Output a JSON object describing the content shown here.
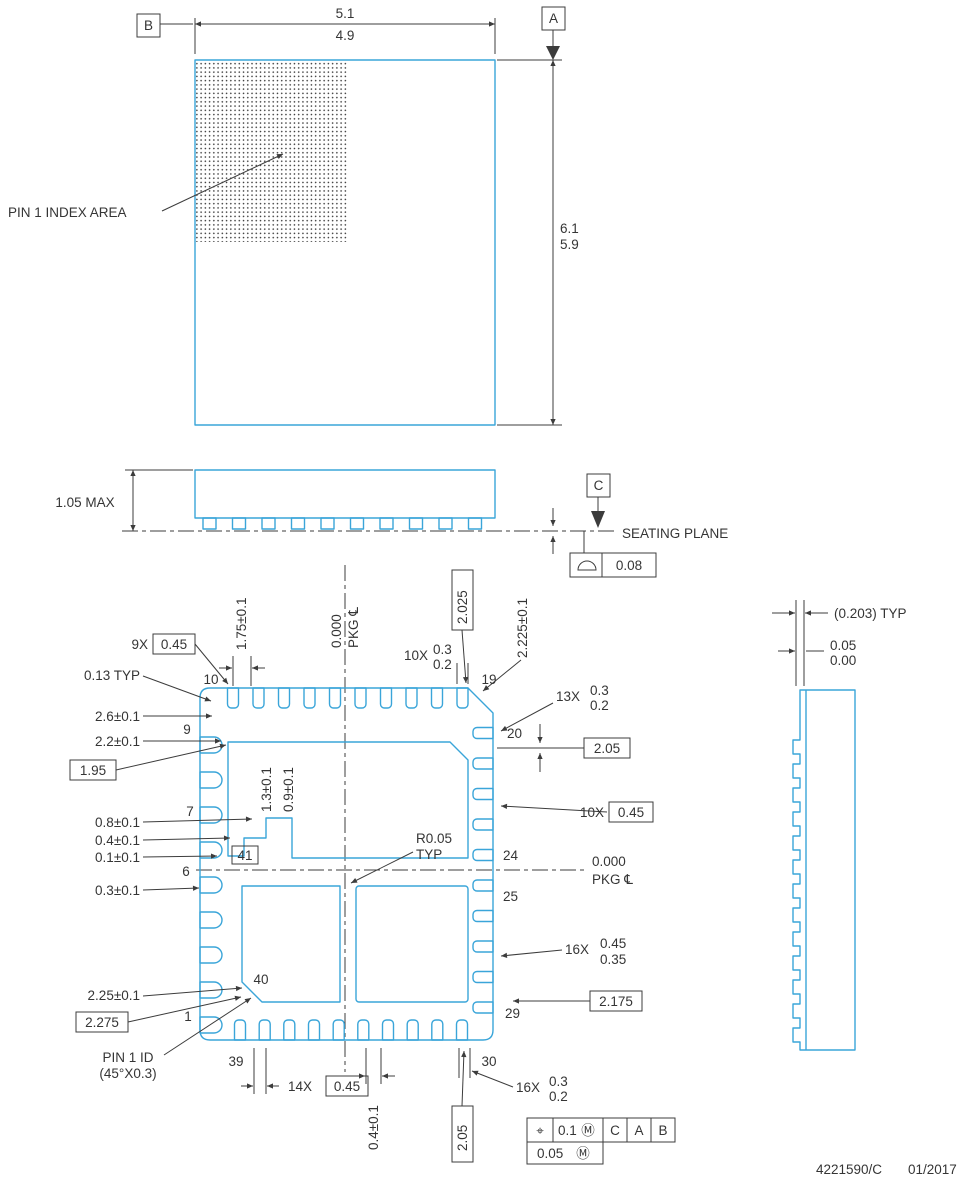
{
  "colors": {
    "outline": "#3aa5d9",
    "annotation": "#3c3c3c",
    "background": "#ffffff"
  },
  "datums": {
    "a": "A",
    "b": "B",
    "c": "C"
  },
  "top_view": {
    "width_max": "5.1",
    "width_min": "4.9",
    "height_max": "6.1",
    "height_min": "5.9",
    "pin1_note": "PIN 1 INDEX AREA"
  },
  "front_view": {
    "height": "1.05 MAX",
    "seating_plane": "SEATING PLANE",
    "flatness_tol": "0.08"
  },
  "detail_view": {
    "lead_thickness": "(0.203) TYP",
    "standoff_max": "0.05",
    "standoff_min": "0.00"
  },
  "bottom_view": {
    "pins": {
      "p1": "1",
      "p6": "6",
      "p7": "7",
      "p9": "9",
      "p10": "10",
      "p19": "19",
      "p20": "20",
      "p24": "24",
      "p25": "25",
      "p29": "29",
      "p30": "30",
      "p39": "39",
      "p40": "40",
      "p41": "41"
    },
    "dims": {
      "d9x": "9X",
      "d9x_val": "0.45",
      "d175": "1.75±0.1",
      "pkg_cl_v_1": "0.000",
      "pkg_cl_v_2": "PKG ℄",
      "d2025": "2.025",
      "d2225": "2.225±0.1",
      "d10x_top": "10X",
      "d10x_top_max": "0.3",
      "d10x_top_min": "0.2",
      "d13x": "13X",
      "d13x_max": "0.3",
      "d13x_min": "0.2",
      "d013": "0.13 TYP",
      "d26": "2.6±0.1",
      "d22": "2.2±0.1",
      "d195": "1.95",
      "d205_right": "2.05",
      "d10x_right": "10X",
      "d10x_right_val": "0.45",
      "d13": "1.3±0.1",
      "d09": "0.9±0.1",
      "d08": "0.8±0.1",
      "d04_left": "0.4±0.1",
      "d01": "0.1±0.1",
      "r005_line1": "R0.05",
      "r005_line2": "TYP",
      "pkg_cl_h_1": "0.000",
      "pkg_cl_h_2": "PKG ℄",
      "d03": "0.3±0.1",
      "d16x_a": "16X",
      "d16x_a_max": "0.45",
      "d16x_a_min": "0.35",
      "d225": "2.25±0.1",
      "d2175": "2.175",
      "d2275": "2.275",
      "pin1_id_line1": "PIN 1 ID",
      "pin1_id_line2": "(45°X0.3)",
      "d14x": "14X",
      "d14x_val": "0.45",
      "d04_bottom": "0.4±0.1",
      "d16x_b": "16X",
      "d16x_b_max": "0.3",
      "d16x_b_min": "0.2",
      "d205_bottom": "2.05"
    },
    "fcf": {
      "position_symbol": "⌖",
      "tolerance": "0.1",
      "modifier": "Ⓜ",
      "datum1": "C",
      "datum2": "A",
      "datum3": "B",
      "tolerance2": "0.05",
      "modifier2": "Ⓜ"
    }
  },
  "title_block": {
    "drawing_number": "4221590/C",
    "date": "01/2017"
  }
}
